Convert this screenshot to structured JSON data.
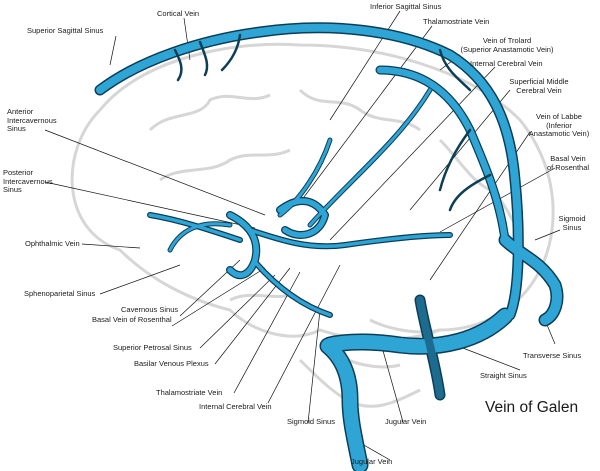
{
  "title": "Vein of Galen",
  "colors": {
    "vein": "#2fa5d6",
    "outline": "#0c3e56",
    "dark_vein": "#1d6b8e",
    "brain": "#d6d6d6",
    "leader": "#111111"
  },
  "labels": {
    "cortical_vein": "Cortical Vein",
    "superior_sagittal_sinus": "Superior Sagittal Sinus",
    "inferior_sagittal_sinus": "Inferior Sagittal Sinus",
    "thalamostriate_vein_top": "Thalamostriate Vein",
    "vein_of_trolard": "Vein of Trolard\n(Superior Anastamotic Vein)",
    "internal_cerebral_vein_top": "Internal Cerebral Vein",
    "superficial_middle_cerebral_vein": "Superficial Middle\nCerebral Vein",
    "anterior_intercavernous_sinus": "Anterior\nIntercavernous\nSinus",
    "vein_of_labbe": "Vein of Labbe\n(Inferior\nAnastamotic Vein)",
    "basal_vein_of_rosenthal_right": "Basal Vein\nof Rosenthal",
    "posterior_intercavernous_sinus": "Posterior\nIntercavernous\nSinus",
    "sigmoid_sinus_right": "Sigmoid\nSinus",
    "ophthalmic_vein": "Ophthalmic Vein",
    "sphenoparietal_sinus": "Sphenoparietal Sinus",
    "cavernous_sinus": "Cavernous Sinus",
    "basal_vein_of_rosenthal_left": "Basal Vein of Rosenthal",
    "superior_petrosal_sinus": "Superior Petrosal Sinus",
    "basilar_venous_plexus": "Basilar Venous Plexus",
    "transverse_sinus": "Transverse Sinus",
    "straight_sinus": "Straight Sinus",
    "thalamostriate_vein_bottom": "Thalamostriate Vein",
    "internal_cerebral_vein_bottom": "Internal Cerebral Vein",
    "sigmoid_sinus_bottom": "Sigmoid Sinus",
    "jugular_vein_right": "Jugular Vein",
    "jugular_vein_bottom": "Jugular Vein"
  }
}
